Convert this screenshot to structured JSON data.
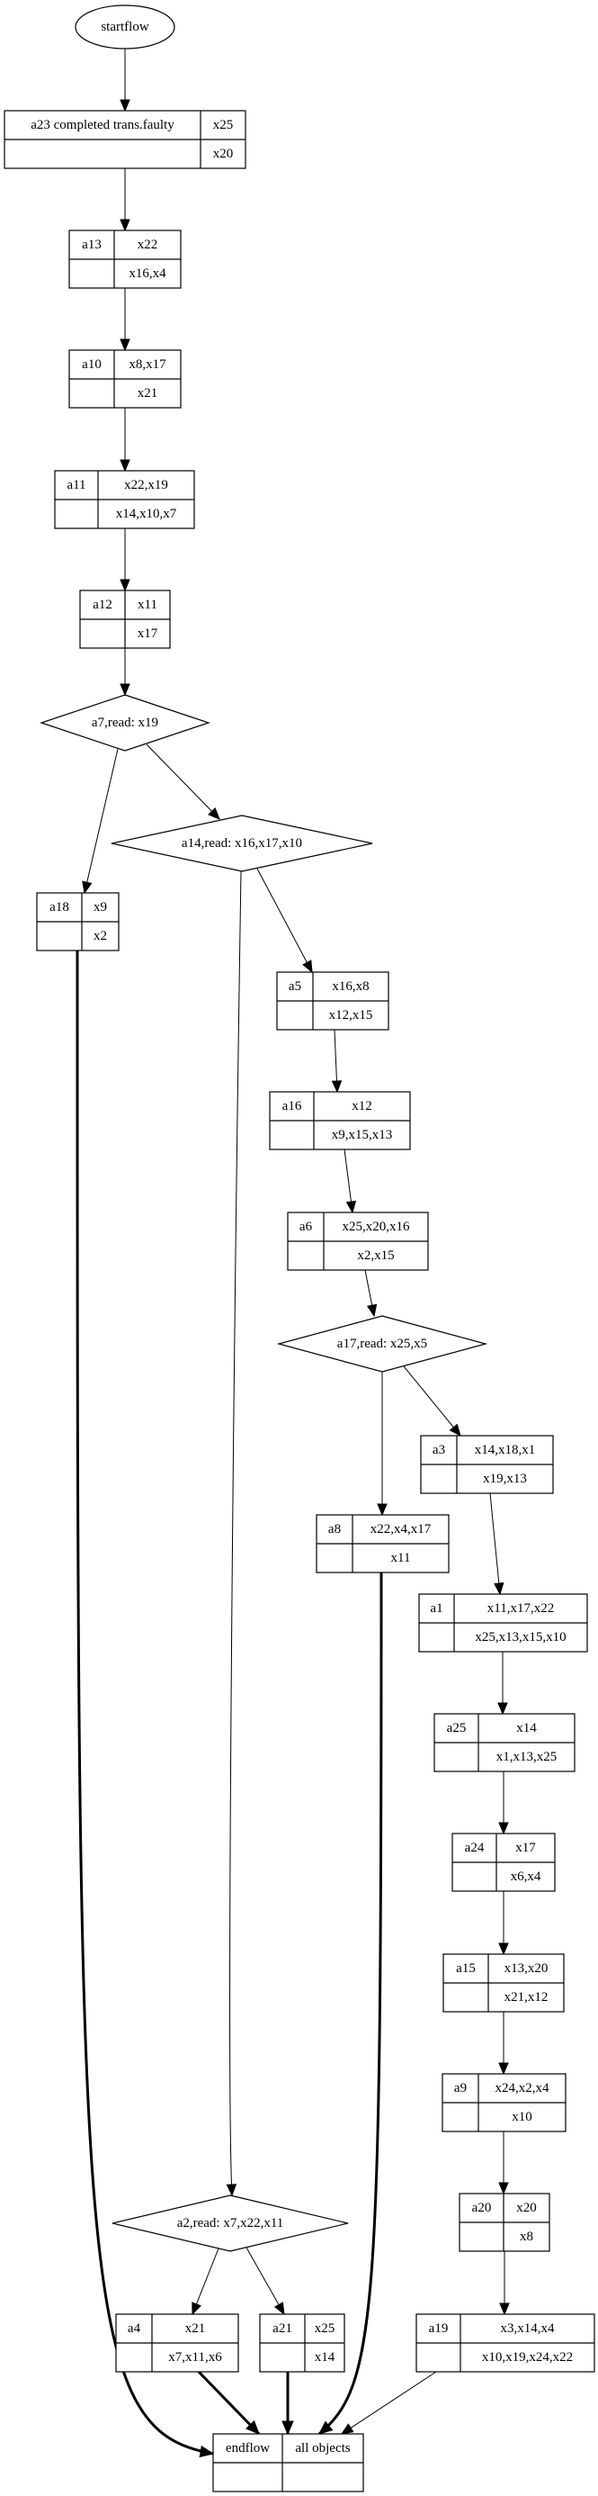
{
  "diagram": {
    "type": "flowchart",
    "nodes": [
      {
        "id": "startflow",
        "shape": "ellipse",
        "label": "startflow"
      },
      {
        "id": "a23",
        "shape": "record",
        "name": "a23 completed trans.faulty",
        "top": "x25",
        "bottom": "x20"
      },
      {
        "id": "a13",
        "shape": "record",
        "name": "a13",
        "top": "x22",
        "bottom": "x16,x4"
      },
      {
        "id": "a10",
        "shape": "record",
        "name": "a10",
        "top": "x8,x17",
        "bottom": "x21"
      },
      {
        "id": "a11",
        "shape": "record",
        "name": "a11",
        "top": "x22,x19",
        "bottom": "x14,x10,x7"
      },
      {
        "id": "a12",
        "shape": "record",
        "name": "a12",
        "top": "x11",
        "bottom": "x17"
      },
      {
        "id": "a7",
        "shape": "diamond",
        "label": "a7,read: x19"
      },
      {
        "id": "a14",
        "shape": "diamond",
        "label": "a14,read: x16,x17,x10"
      },
      {
        "id": "a18",
        "shape": "record",
        "name": "a18",
        "top": "x9",
        "bottom": "x2"
      },
      {
        "id": "a5",
        "shape": "record",
        "name": "a5",
        "top": "x16,x8",
        "bottom": "x12,x15"
      },
      {
        "id": "a16",
        "shape": "record",
        "name": "a16",
        "top": "x12",
        "bottom": "x9,x15,x13"
      },
      {
        "id": "a6",
        "shape": "record",
        "name": "a6",
        "top": "x25,x20,x16",
        "bottom": "x2,x15"
      },
      {
        "id": "a17",
        "shape": "diamond",
        "label": "a17,read: x25,x5"
      },
      {
        "id": "a3",
        "shape": "record",
        "name": "a3",
        "top": "x14,x18,x1",
        "bottom": "x19,x13"
      },
      {
        "id": "a8",
        "shape": "record",
        "name": "a8",
        "top": "x22,x4,x17",
        "bottom": "x11"
      },
      {
        "id": "a1",
        "shape": "record",
        "name": "a1",
        "top": "x11,x17,x22",
        "bottom": "x25,x13,x15,x10"
      },
      {
        "id": "a25",
        "shape": "record",
        "name": "a25",
        "top": "x14",
        "bottom": "x1,x13,x25"
      },
      {
        "id": "a24",
        "shape": "record",
        "name": "a24",
        "top": "x17",
        "bottom": "x6,x4"
      },
      {
        "id": "a15",
        "shape": "record",
        "name": "a15",
        "top": "x13,x20",
        "bottom": "x21,x12"
      },
      {
        "id": "a9",
        "shape": "record",
        "name": "a9",
        "top": "x24,x2,x4",
        "bottom": "x10"
      },
      {
        "id": "a20",
        "shape": "record",
        "name": "a20",
        "top": "x20",
        "bottom": "x8"
      },
      {
        "id": "a2",
        "shape": "diamond",
        "label": "a2,read: x7,x22,x11"
      },
      {
        "id": "a19",
        "shape": "record",
        "name": "a19",
        "top": "x3,x14,x4",
        "bottom": "x10,x19,x24,x22"
      },
      {
        "id": "a4",
        "shape": "record",
        "name": "a4",
        "top": "x21",
        "bottom": "x7,x11,x6"
      },
      {
        "id": "a21",
        "shape": "record",
        "name": "a21",
        "top": "x25",
        "bottom": "x14"
      },
      {
        "id": "endflow",
        "shape": "record",
        "name": "endflow",
        "top": "all objects",
        "bottom": ""
      }
    ],
    "edges": [
      {
        "from": "startflow",
        "to": "a23",
        "bold": false
      },
      {
        "from": "a23",
        "to": "a13",
        "bold": false
      },
      {
        "from": "a13",
        "to": "a10",
        "bold": false
      },
      {
        "from": "a10",
        "to": "a11",
        "bold": false
      },
      {
        "from": "a11",
        "to": "a12",
        "bold": false
      },
      {
        "from": "a12",
        "to": "a7",
        "bold": false
      },
      {
        "from": "a7",
        "to": "a18",
        "bold": false
      },
      {
        "from": "a7",
        "to": "a14",
        "bold": false
      },
      {
        "from": "a14",
        "to": "a5",
        "bold": false
      },
      {
        "from": "a14",
        "to": "a2",
        "bold": false
      },
      {
        "from": "a5",
        "to": "a16",
        "bold": false
      },
      {
        "from": "a16",
        "to": "a6",
        "bold": false
      },
      {
        "from": "a6",
        "to": "a17",
        "bold": false
      },
      {
        "from": "a17",
        "to": "a8",
        "bold": false
      },
      {
        "from": "a17",
        "to": "a3",
        "bold": false
      },
      {
        "from": "a3",
        "to": "a1",
        "bold": false
      },
      {
        "from": "a1",
        "to": "a25",
        "bold": false
      },
      {
        "from": "a25",
        "to": "a24",
        "bold": false
      },
      {
        "from": "a24",
        "to": "a15",
        "bold": false
      },
      {
        "from": "a15",
        "to": "a9",
        "bold": false
      },
      {
        "from": "a9",
        "to": "a20",
        "bold": false
      },
      {
        "from": "a20",
        "to": "a19",
        "bold": false
      },
      {
        "from": "a2",
        "to": "a4",
        "bold": false
      },
      {
        "from": "a2",
        "to": "a21",
        "bold": false
      },
      {
        "from": "a18",
        "to": "endflow",
        "bold": true
      },
      {
        "from": "a4",
        "to": "endflow",
        "bold": true
      },
      {
        "from": "a21",
        "to": "endflow",
        "bold": true
      },
      {
        "from": "a8",
        "to": "endflow",
        "bold": true
      },
      {
        "from": "a19",
        "to": "endflow",
        "bold": false
      }
    ]
  }
}
